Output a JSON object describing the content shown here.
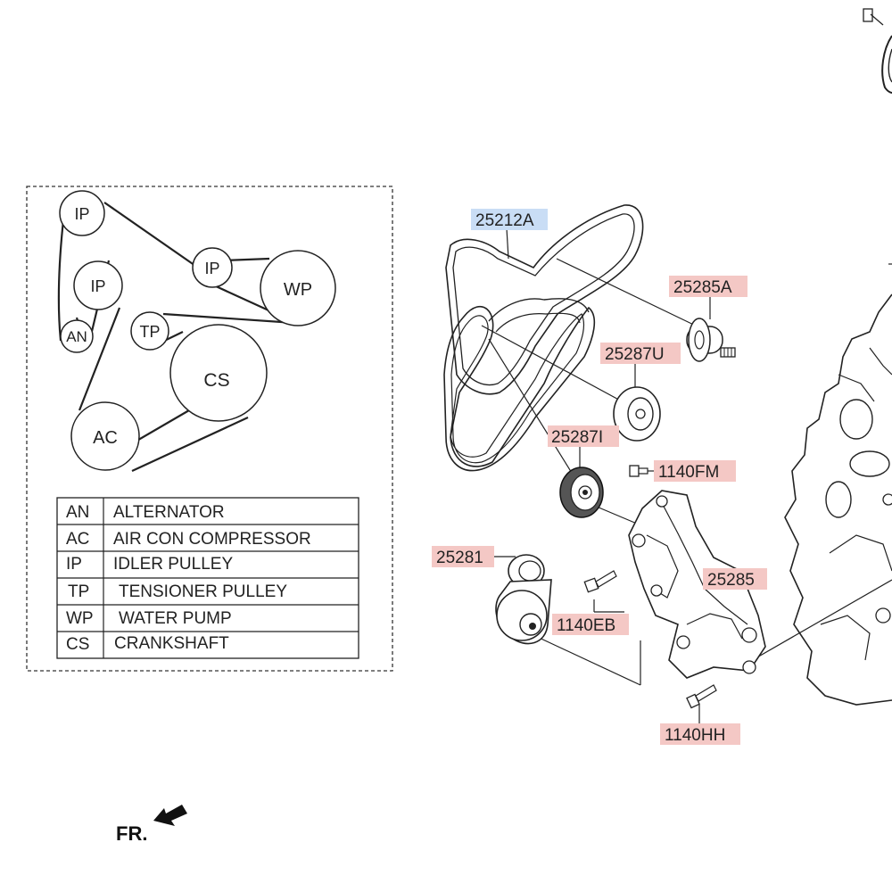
{
  "schematic": {
    "pulleys": [
      {
        "id": "ip1",
        "label": "IP"
      },
      {
        "id": "ip2",
        "label": "IP"
      },
      {
        "id": "ip3",
        "label": "IP"
      },
      {
        "id": "wp",
        "label": "WP"
      },
      {
        "id": "tp",
        "label": "TP"
      },
      {
        "id": "an",
        "label": "AN"
      },
      {
        "id": "cs",
        "label": "CS"
      },
      {
        "id": "ac",
        "label": "AC"
      }
    ]
  },
  "legend": {
    "rows": [
      {
        "code": "AN",
        "name": "ALTERNATOR"
      },
      {
        "code": "AC",
        "name": "AIR CON COMPRESSOR"
      },
      {
        "code": "IP",
        "name": "IDLER PULLEY"
      },
      {
        "code": "TP",
        "name": "TENSIONER PULLEY"
      },
      {
        "code": "WP",
        "name": "WATER PUMP"
      },
      {
        "code": "CS",
        "name": "CRANKSHAFT"
      }
    ]
  },
  "parts": {
    "belt": "25212A",
    "idler_upper": "25285A",
    "idler_smooth": "25287U",
    "idler_grooved": "25287I",
    "bolt_fm": "1140FM",
    "tensioner": "25281",
    "bolt_eb": "1140EB",
    "bracket": "25285",
    "bolt_hh": "1140HH"
  },
  "direction": {
    "label": "FR."
  },
  "colors": {
    "highlight_blue": "#c9ddf5",
    "highlight_red": "#f4c8c5",
    "ink": "#222222"
  }
}
